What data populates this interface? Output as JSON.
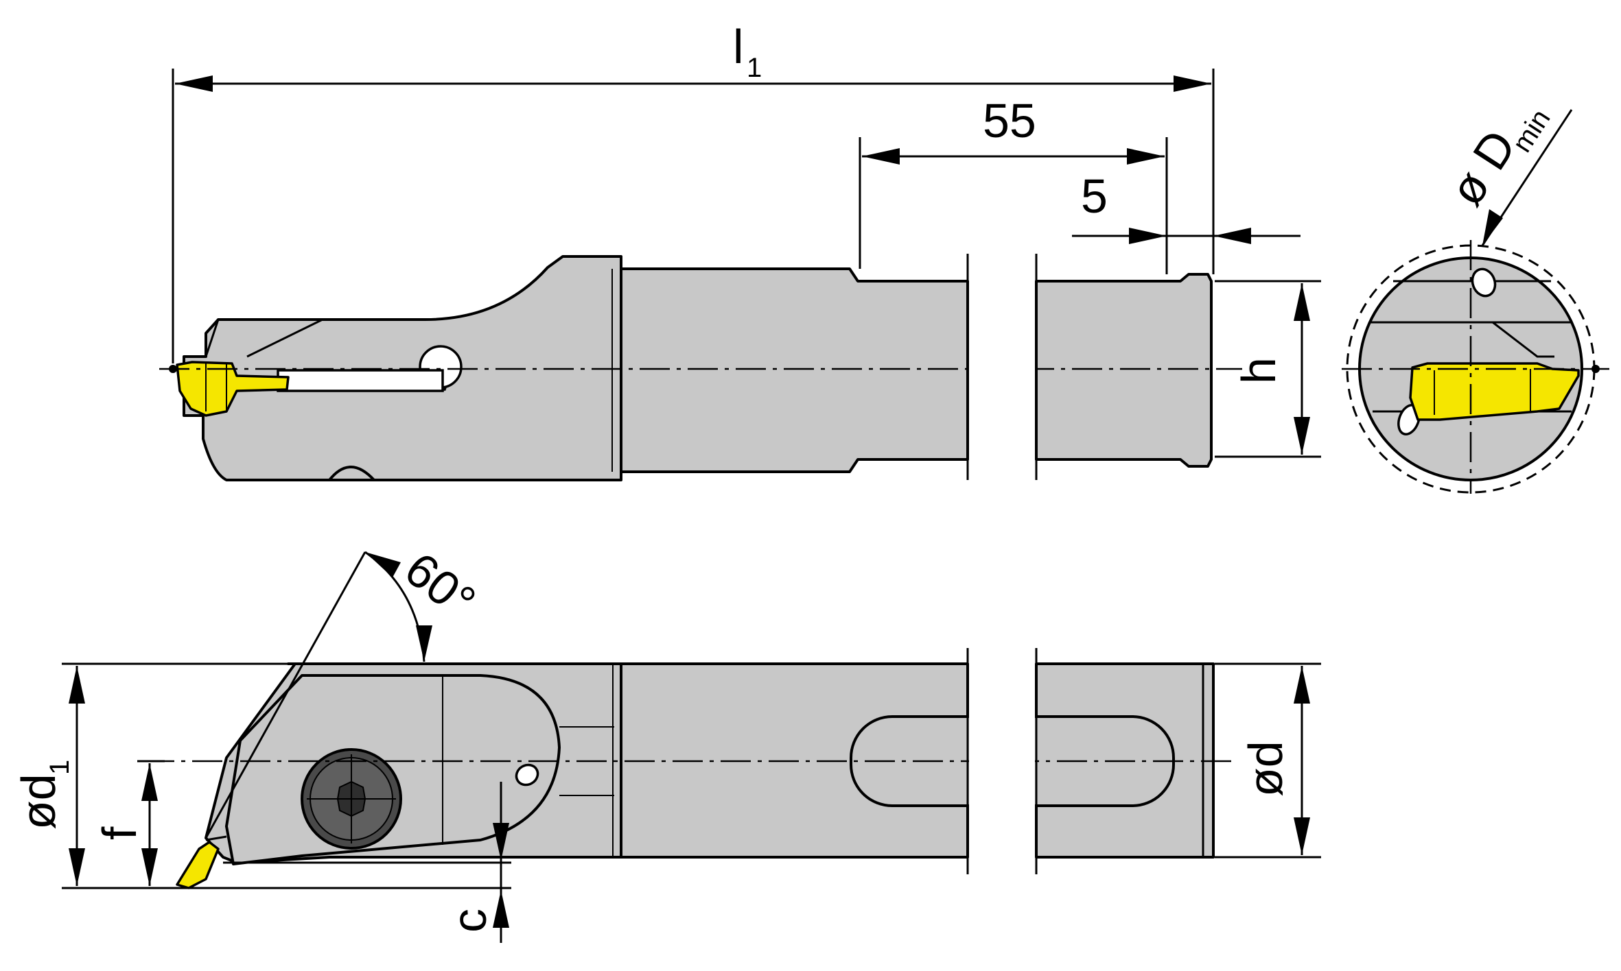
{
  "colors": {
    "body": "#c8c8c8",
    "insert": "#f5e600",
    "screw": "#5a5a5a",
    "line": "#000000"
  },
  "labels": {
    "l1_main": "l",
    "l1_sub": "1",
    "dim_55": "55",
    "dim_5": "5",
    "h": "h",
    "dmin_main": "ø D",
    "dmin_sub": "min",
    "angle": "60°",
    "d1_main": "ød",
    "d1_sub": "1",
    "f": "f",
    "d": "ød",
    "c": "c"
  }
}
